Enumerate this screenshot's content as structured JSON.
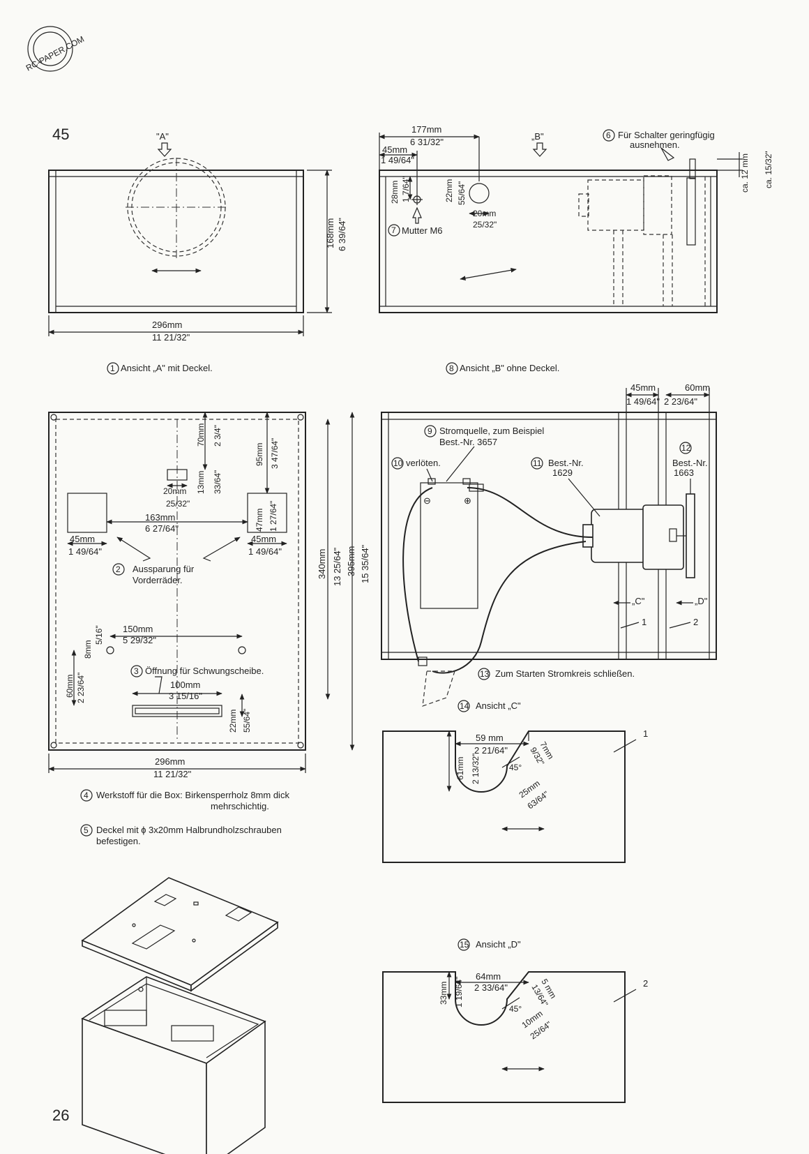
{
  "page": {
    "figure_number": "45",
    "page_number": "26",
    "watermark": "RC-PAPER.COM"
  },
  "view_a": {
    "label": "\"A\"",
    "caption_no": "1",
    "caption": "Ansicht „A\" mit Deckel.",
    "width_mm": "296mm",
    "width_in": "11 21/32\"",
    "height_mm": "168mm",
    "height_in": "6 39/64\""
  },
  "view_b": {
    "label": "„B\"",
    "caption_no": "8",
    "caption": "Ansicht „B\" ohne Deckel.",
    "d177_mm": "177mm",
    "d177_in": "6 31/32\"",
    "d45_mm": "45mm",
    "d45_in": "1 49/64\"",
    "d28_mm": "28mm",
    "d28_in": "1 7/64\"",
    "d22_mm": "22mm",
    "d22_in": "55/64\"",
    "d20_mm": "20mm",
    "d20_in": "25/32\"",
    "nut_no": "7",
    "nut": "Mutter M6",
    "switch_no": "6",
    "switch_line1": "Für Schalter geringfügig",
    "switch_line2": "ausnehmen.",
    "d12_mm": "ca. 12 mm",
    "d12_in": "ca. 15/32\""
  },
  "top_view": {
    "d70_mm": "70mm",
    "d70_in": "2 3/4\"",
    "d13_mm": "13mm",
    "d13_in": "33/64\"",
    "d95_mm": "95mm",
    "d95_in": "3 47/64\"",
    "d20_mm": "20mm",
    "d20_in": "25/32\"",
    "d163_mm": "163mm",
    "d163_in": "6 27/64\"",
    "d47_mm": "47mm",
    "d47_in": "1 27/64\"",
    "d45l_mm": "45mm",
    "d45l_in": "1 49/64\"",
    "d45r_mm": "45mm",
    "d45r_in": "1 49/64\"",
    "cutout_no": "2",
    "cutout_line1": "Aussparung für",
    "cutout_line2": "Vorderräder.",
    "d150_mm": "150mm",
    "d150_in": "5 29/32\"",
    "d8_mm": "8mm",
    "d8_in": "5/16\"",
    "d60_mm": "60mm",
    "d60_in": "2 23/64\"",
    "opening_no": "3",
    "opening": "Öffnung für Schwungscheibe.",
    "d100_mm": "100mm",
    "d100_in": "3 15/16\"",
    "d22_mm": "22mm",
    "d22_in": "55/64\"",
    "d340_mm": "340mm",
    "d340_in": "13 25/64\"",
    "d395_mm": "395mm",
    "d395_in": "15 35/64\"",
    "width_mm": "296mm",
    "width_in": "11 21/32\"",
    "material_no": "4",
    "material_line1": "Werkstoff für die Box: Birkensperrholz 8mm dick",
    "material_line2": "mehrschichtig.",
    "lid_no": "5",
    "lid_line1": "Deckel mit ɸ 3x20mm  Halbrundholzschrauben",
    "lid_line2": "befestigen."
  },
  "wiring": {
    "d45_mm": "45mm",
    "d45_in": "1 49/64\"",
    "d60_mm": "60mm",
    "d60_in": "2 23/64\"",
    "power_no": "9",
    "power_line1": "Stromquelle, zum Beispiel",
    "power_line2": "Best.-Nr. 3657",
    "solder_no": "10",
    "solder": "verlöten.",
    "part11_no": "11",
    "part11_line1": "Best.-Nr.",
    "part11_line2": "1629",
    "part12_no": "12",
    "part12_line1": "Best.-Nr.",
    "part12_line2": "1663",
    "minus": "⊖",
    "plus": "⊕",
    "view_c_arrow": "„C\"",
    "view_d_arrow": "„D\"",
    "wall1": "1",
    "wall2": "2",
    "start_no": "13",
    "start": "Zum Starten Stromkreis schließen."
  },
  "view_c": {
    "caption_no": "14",
    "caption": "Ansicht  „C\"",
    "d59_mm": "59 mm",
    "d59_in": "2 21/64\"",
    "d61_mm": "61mm",
    "d61_in": "2 13/32\"",
    "d7_mm": "7mm",
    "d7_in": "9/32\"",
    "angle": "45°",
    "d25_mm": "25mm",
    "d25_in": "63/64\"",
    "wall": "1"
  },
  "view_d": {
    "caption_no": "15",
    "caption": "Ansicht  „D\"",
    "d64_mm": "64mm",
    "d64_in": "2 33/64\"",
    "d33_mm": "33mm",
    "d33_in": "1 19/64\"",
    "d5_mm": "5 mm",
    "d5_in": "13/64\"",
    "angle": "45°",
    "d10_mm": "10mm",
    "d10_in": "25/64\"",
    "wall": "2"
  }
}
